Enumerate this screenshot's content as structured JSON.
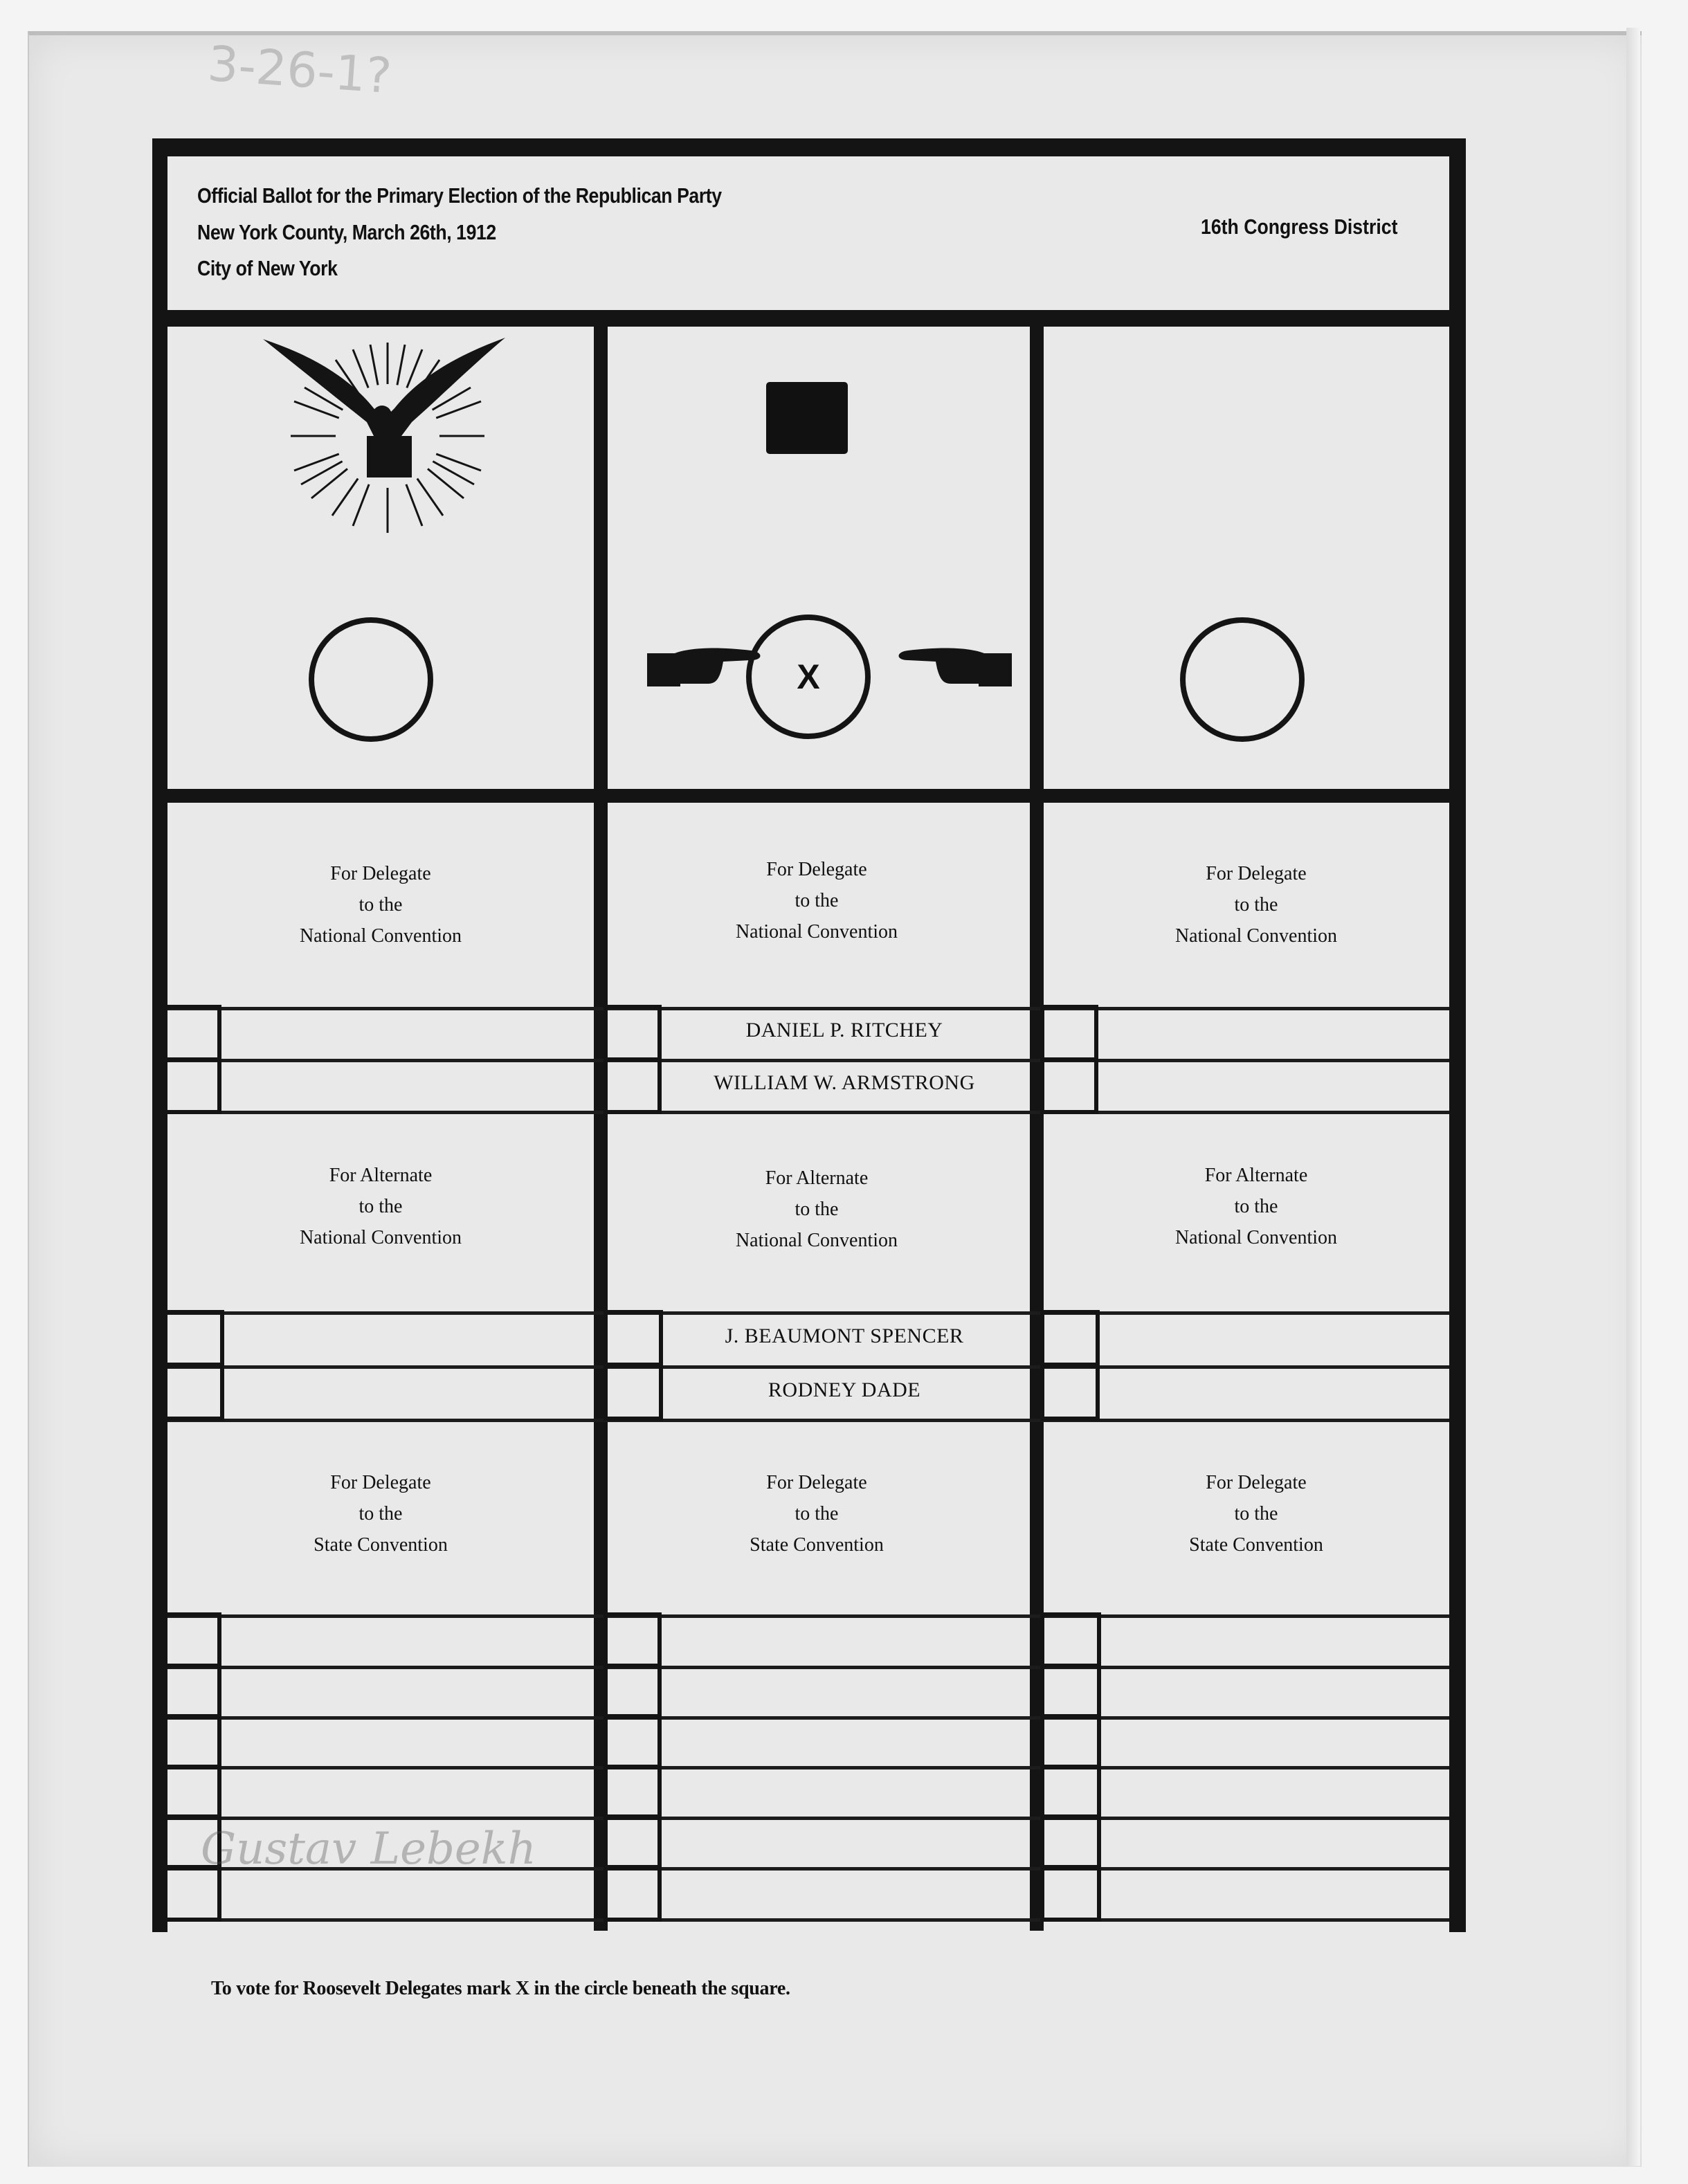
{
  "header": {
    "title_line_1": "Official Ballot for the Primary Election of the Republican Party",
    "title_line_2": "New York County, March 26th, 1912",
    "title_line_3": "City of New York",
    "district": "16th Congress District"
  },
  "emblem_row": {
    "columns": [
      {
        "emblem": "eagle-emblem-icon",
        "circle_mark": ""
      },
      {
        "emblem": "black-square-icon",
        "circle_mark": "X",
        "pointers": [
          "pointing-hand-right-icon",
          "pointing-hand-left-icon"
        ]
      },
      {
        "emblem": "none",
        "circle_mark": ""
      }
    ]
  },
  "sections": [
    {
      "id": "delegate-national",
      "label_lines": [
        "For Delegate",
        "to the",
        "National Convention"
      ],
      "rows": 2,
      "candidates": [
        "DANIEL P. RITCHEY",
        "WILLIAM W. ARMSTRONG"
      ]
    },
    {
      "id": "alternate-national",
      "label_lines": [
        "For Alternate",
        "to the",
        "National Convention"
      ],
      "rows": 2,
      "candidates": [
        "J. BEAUMONT SPENCER",
        "RODNEY DADE"
      ]
    },
    {
      "id": "delegate-state",
      "label_lines": [
        "For Delegate",
        "to the",
        "State Convention"
      ],
      "rows": 6,
      "candidates": []
    }
  ],
  "footer": {
    "instruction": "To vote for Roosevelt Delegates mark X in the circle beneath the square."
  },
  "annotations": {
    "pencil_top": "3-26-1?",
    "signature": "Gustav Lebekh"
  },
  "colors": {
    "ink": "#141414",
    "paper": "#e9e9e9",
    "background": "#f4f4f4"
  }
}
